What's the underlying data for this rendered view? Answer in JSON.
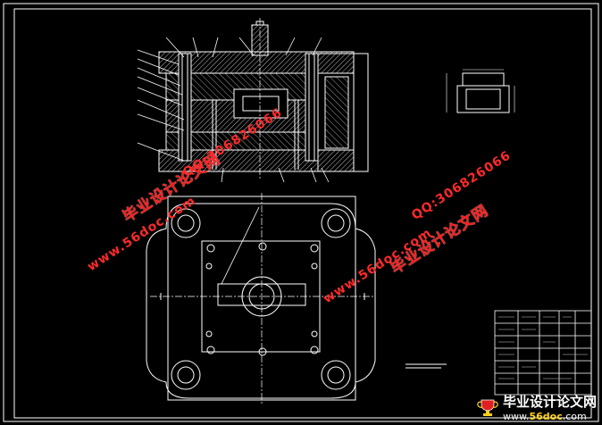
{
  "drawing": {
    "background": "#000000",
    "line_color": "#ffffff",
    "hatch_color": "#c8c8c8",
    "accent_red": "#ff2020"
  },
  "watermarks": {
    "left_cn": "毕业设计论文网",
    "left_url": "www.56doc.com",
    "left_qq": "QQ:306826066",
    "right_qq": "QQ:306826066",
    "right_url": "www.56doc.com",
    "right_cn": "毕业设计论文网"
  },
  "footer_brand": {
    "cn": "毕业设计论文网",
    "url_prefix": "www.",
    "url_main": "56doc",
    "url_suffix": ".com"
  },
  "icons": {
    "brand_logo": "trophy-logo-icon"
  }
}
